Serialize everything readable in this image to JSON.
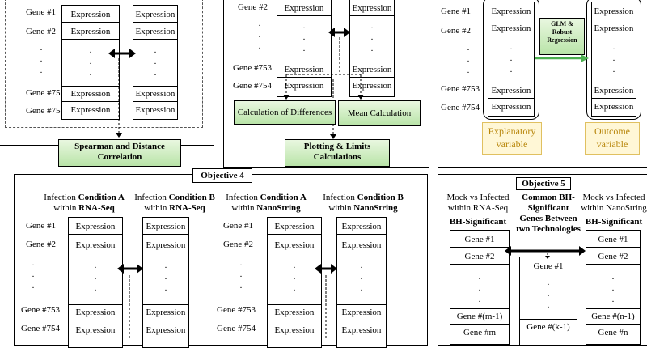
{
  "labels": {
    "expression": "Expression",
    "gene1": "Gene #1",
    "gene2": "Gene #2",
    "gene753": "Gene #753",
    "gene754": "Gene #754",
    "geneM1": "Gene #(m-1)",
    "geneM": "Gene #m",
    "geneK1": "Gene #(k-1)",
    "geneN1": "Gene #(n-1)",
    "geneN": "Gene #n",
    "dot": "."
  },
  "obj1": {
    "result": "Spearman and Distance Correlation"
  },
  "obj2": {
    "diff": "Calculation of Differences",
    "mean": "Mean Calculation",
    "plot": "Plotting & Limits Calculations"
  },
  "obj3": {
    "glm": "GLM & Robust Regression",
    "explanatory": "Explanatory variable",
    "outcome": "Outcome variable"
  },
  "obj4": {
    "title": "Objective 4",
    "h1a": "Infection ",
    "h1b": "Condition A",
    "h1c": "within ",
    "h1d": "RNA-Seq",
    "h2a": "Infection ",
    "h2b": "Condition B",
    "h2c": "within ",
    "h2d": "RNA-Seq",
    "h3a": "Infection ",
    "h3b": "Condition A",
    "h3c": "within ",
    "h3d": "NanoString",
    "h4a": "Infection ",
    "h4b": "Condition B",
    "h4c": "within ",
    "h4d": "NanoString"
  },
  "obj5": {
    "title": "Objective 5",
    "left1": "Mock vs Infected",
    "left2": "within RNA-Seq",
    "leftSig": "BH-Significant",
    "mid": "Common BH-Significant Genes Between two Technologies",
    "right1": "Mock vs Infected",
    "right2": "within NanoString",
    "rightSig": "BH-Significant"
  }
}
